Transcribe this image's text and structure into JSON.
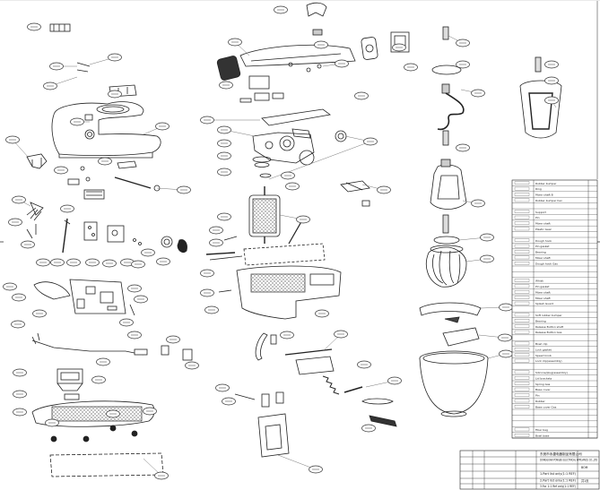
{
  "drawing": {
    "callout_tag": "",
    "bom_rows": [
      {
        "code": "",
        "name": "Rubber bumper",
        "qty": ""
      },
      {
        "code": "",
        "name": "Ring",
        "qty": ""
      },
      {
        "code": "",
        "name": "Mixer shaft B",
        "qty": ""
      },
      {
        "code": "",
        "name": "Rubber bumper hex",
        "qty": ""
      },
      {
        "code": "",
        "name": "",
        "qty": ""
      },
      {
        "code": "",
        "name": "Support",
        "qty": ""
      },
      {
        "code": "",
        "name": "Pin",
        "qty": ""
      },
      {
        "code": "",
        "name": "Mixer shaft",
        "qty": ""
      },
      {
        "code": "",
        "name": "Plastic Gear",
        "qty": ""
      },
      {
        "code": "",
        "name": "",
        "qty": ""
      },
      {
        "code": "",
        "name": "Dough hook",
        "qty": ""
      },
      {
        "code": "",
        "name": "Pin gasket",
        "qty": ""
      },
      {
        "code": "",
        "name": "Bearing",
        "qty": ""
      },
      {
        "code": "",
        "name": "Mixer shaft",
        "qty": ""
      },
      {
        "code": "",
        "name": "Dough hook Gas",
        "qty": ""
      },
      {
        "code": "",
        "name": "",
        "qty": ""
      },
      {
        "code": "",
        "name": "",
        "qty": ""
      },
      {
        "code": "",
        "name": "Whisk",
        "qty": ""
      },
      {
        "code": "",
        "name": "Pin gasket",
        "qty": ""
      },
      {
        "code": "",
        "name": "Mixer shaft",
        "qty": ""
      },
      {
        "code": "",
        "name": "Mixer shaft",
        "qty": ""
      },
      {
        "code": "",
        "name": "Splash Guard",
        "qty": ""
      },
      {
        "code": "",
        "name": "",
        "qty": ""
      },
      {
        "code": "",
        "name": "Soft rubber bumper",
        "qty": ""
      },
      {
        "code": "",
        "name": "Bearing",
        "qty": ""
      },
      {
        "code": "",
        "name": "Release Button shaft",
        "qty": ""
      },
      {
        "code": "",
        "name": "Release Button Gas",
        "qty": ""
      },
      {
        "code": "",
        "name": "",
        "qty": ""
      },
      {
        "code": "",
        "name": "Bowl clip",
        "qty": ""
      },
      {
        "code": "",
        "name": "Lock gasket",
        "qty": ""
      },
      {
        "code": "",
        "name": "Speed knob",
        "qty": ""
      },
      {
        "code": "",
        "name": "Lock clip(assembly)",
        "qty": ""
      },
      {
        "code": "",
        "name": "",
        "qty": ""
      },
      {
        "code": "",
        "name": "Silicone/plug(assembly)",
        "qty": ""
      },
      {
        "code": "",
        "name": "Lid brackets",
        "qty": ""
      },
      {
        "code": "",
        "name": "Spring Gas",
        "qty": ""
      },
      {
        "code": "",
        "name": "Base cover",
        "qty": ""
      },
      {
        "code": "",
        "name": "Pin",
        "qty": ""
      },
      {
        "code": "",
        "name": "Rubber",
        "qty": ""
      },
      {
        "code": "",
        "name": "Base cover Gas",
        "qty": ""
      },
      {
        "code": "",
        "name": "",
        "qty": ""
      },
      {
        "code": "",
        "name": "",
        "qty": ""
      },
      {
        "code": "",
        "name": "",
        "qty": ""
      },
      {
        "code": "",
        "name": "Fiber bag",
        "qty": ""
      },
      {
        "code": "",
        "name": "Bowl base",
        "qty": ""
      }
    ],
    "title_block": {
      "company_cn": "东莞市永捷电器制品有限公司",
      "company_en": "DONGGUAN YONGJIE ELECTRICAL APPLIANCE CO.,LTD",
      "notes": [
        "1.Part list only(1:1 REF)",
        "2.Part list only(1:1 REF)",
        "3.For 1:1 Ref only(1:1 REF)"
      ],
      "drawing_name": "BOM",
      "sheet_label": "共1页"
    }
  }
}
